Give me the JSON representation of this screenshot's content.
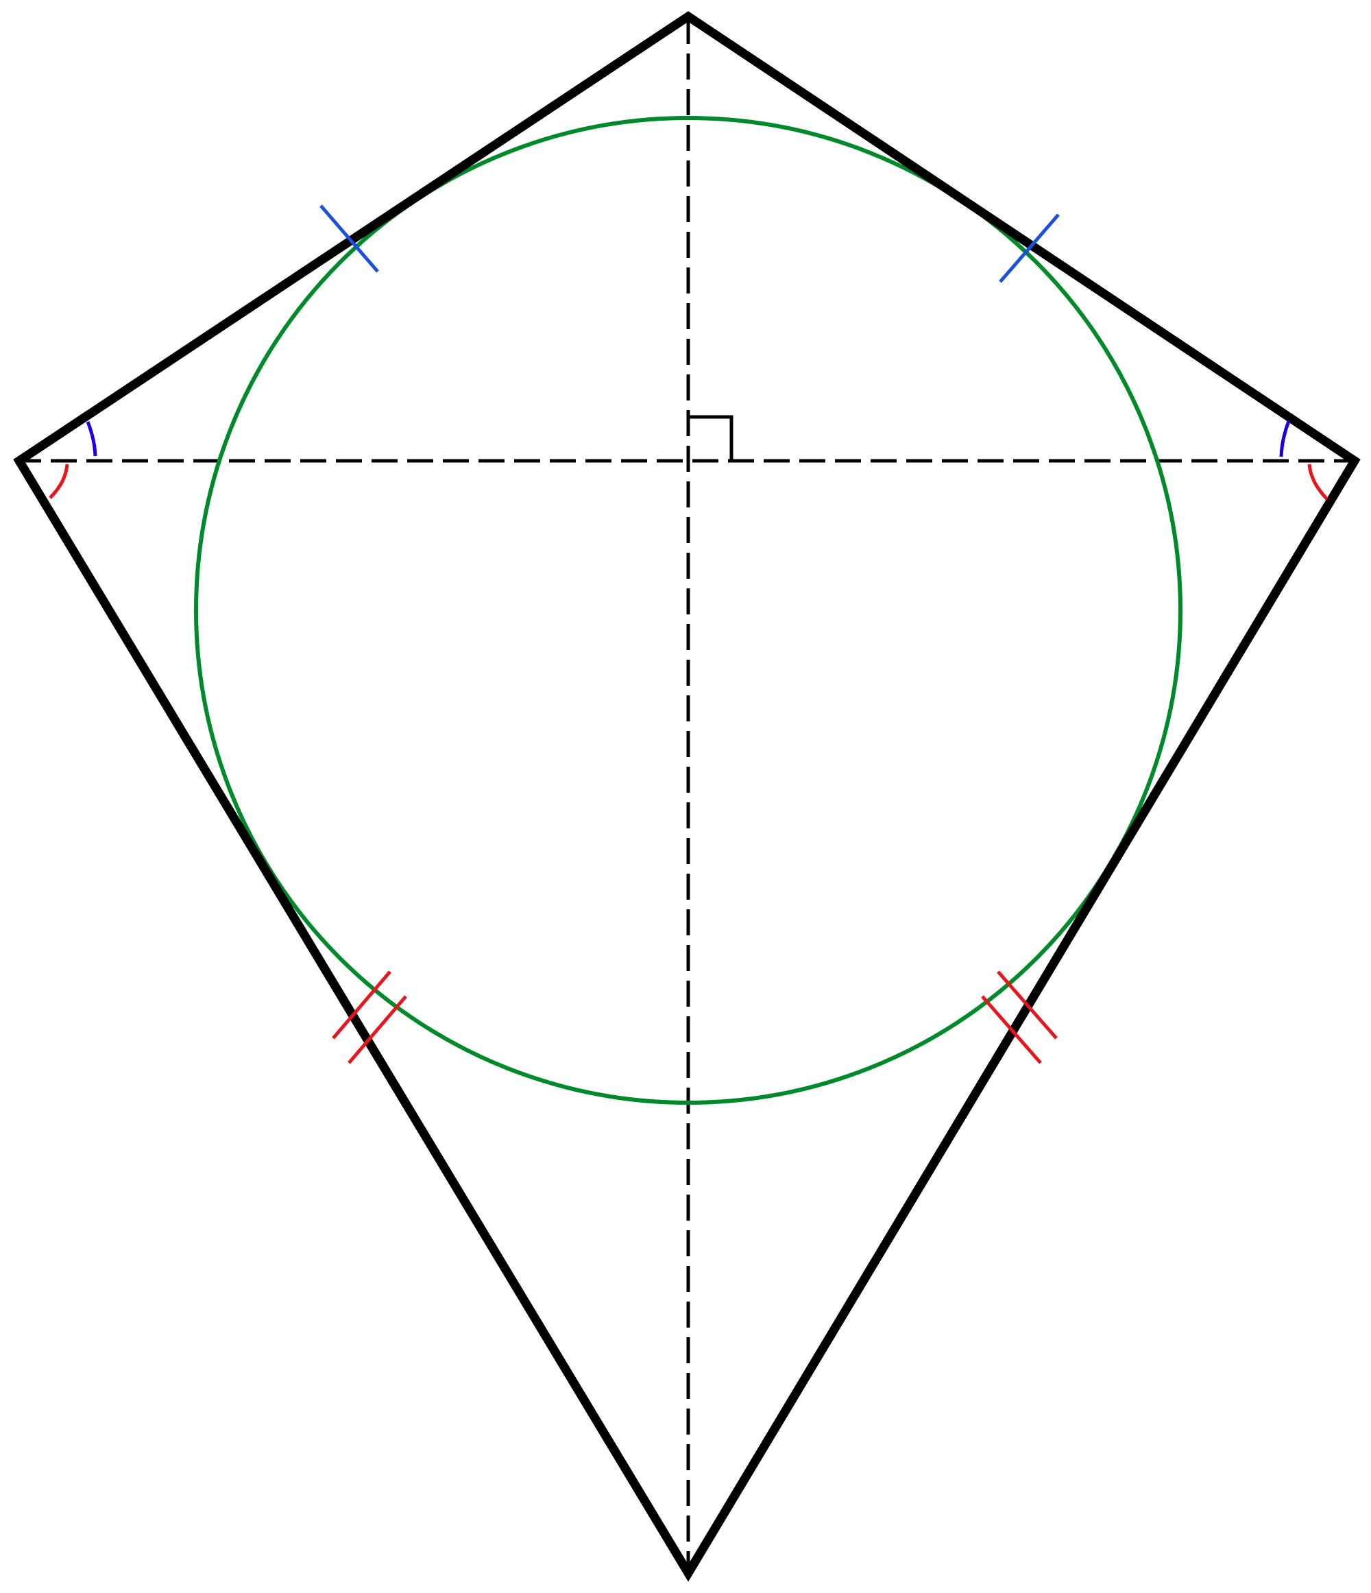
{
  "figure": {
    "subject": "kite",
    "has_incircle": true,
    "diagonals_dashed": true,
    "right_angle_at_diagonal_intersection": true
  },
  "markings": {
    "upper_side_ticks": 1,
    "lower_side_ticks": 2,
    "upper_angle_arcs": 1,
    "lower_angle_arcs": 1
  },
  "colors": {
    "outline": "#000000",
    "diagonal": "#000000",
    "incircle": "#008a2a",
    "upper_tick": "#1a4fe0",
    "upper_arc": "#1a00e6",
    "lower_tick": "#e8141e",
    "lower_arc": "#e8141e",
    "background": "#ffffff"
  }
}
